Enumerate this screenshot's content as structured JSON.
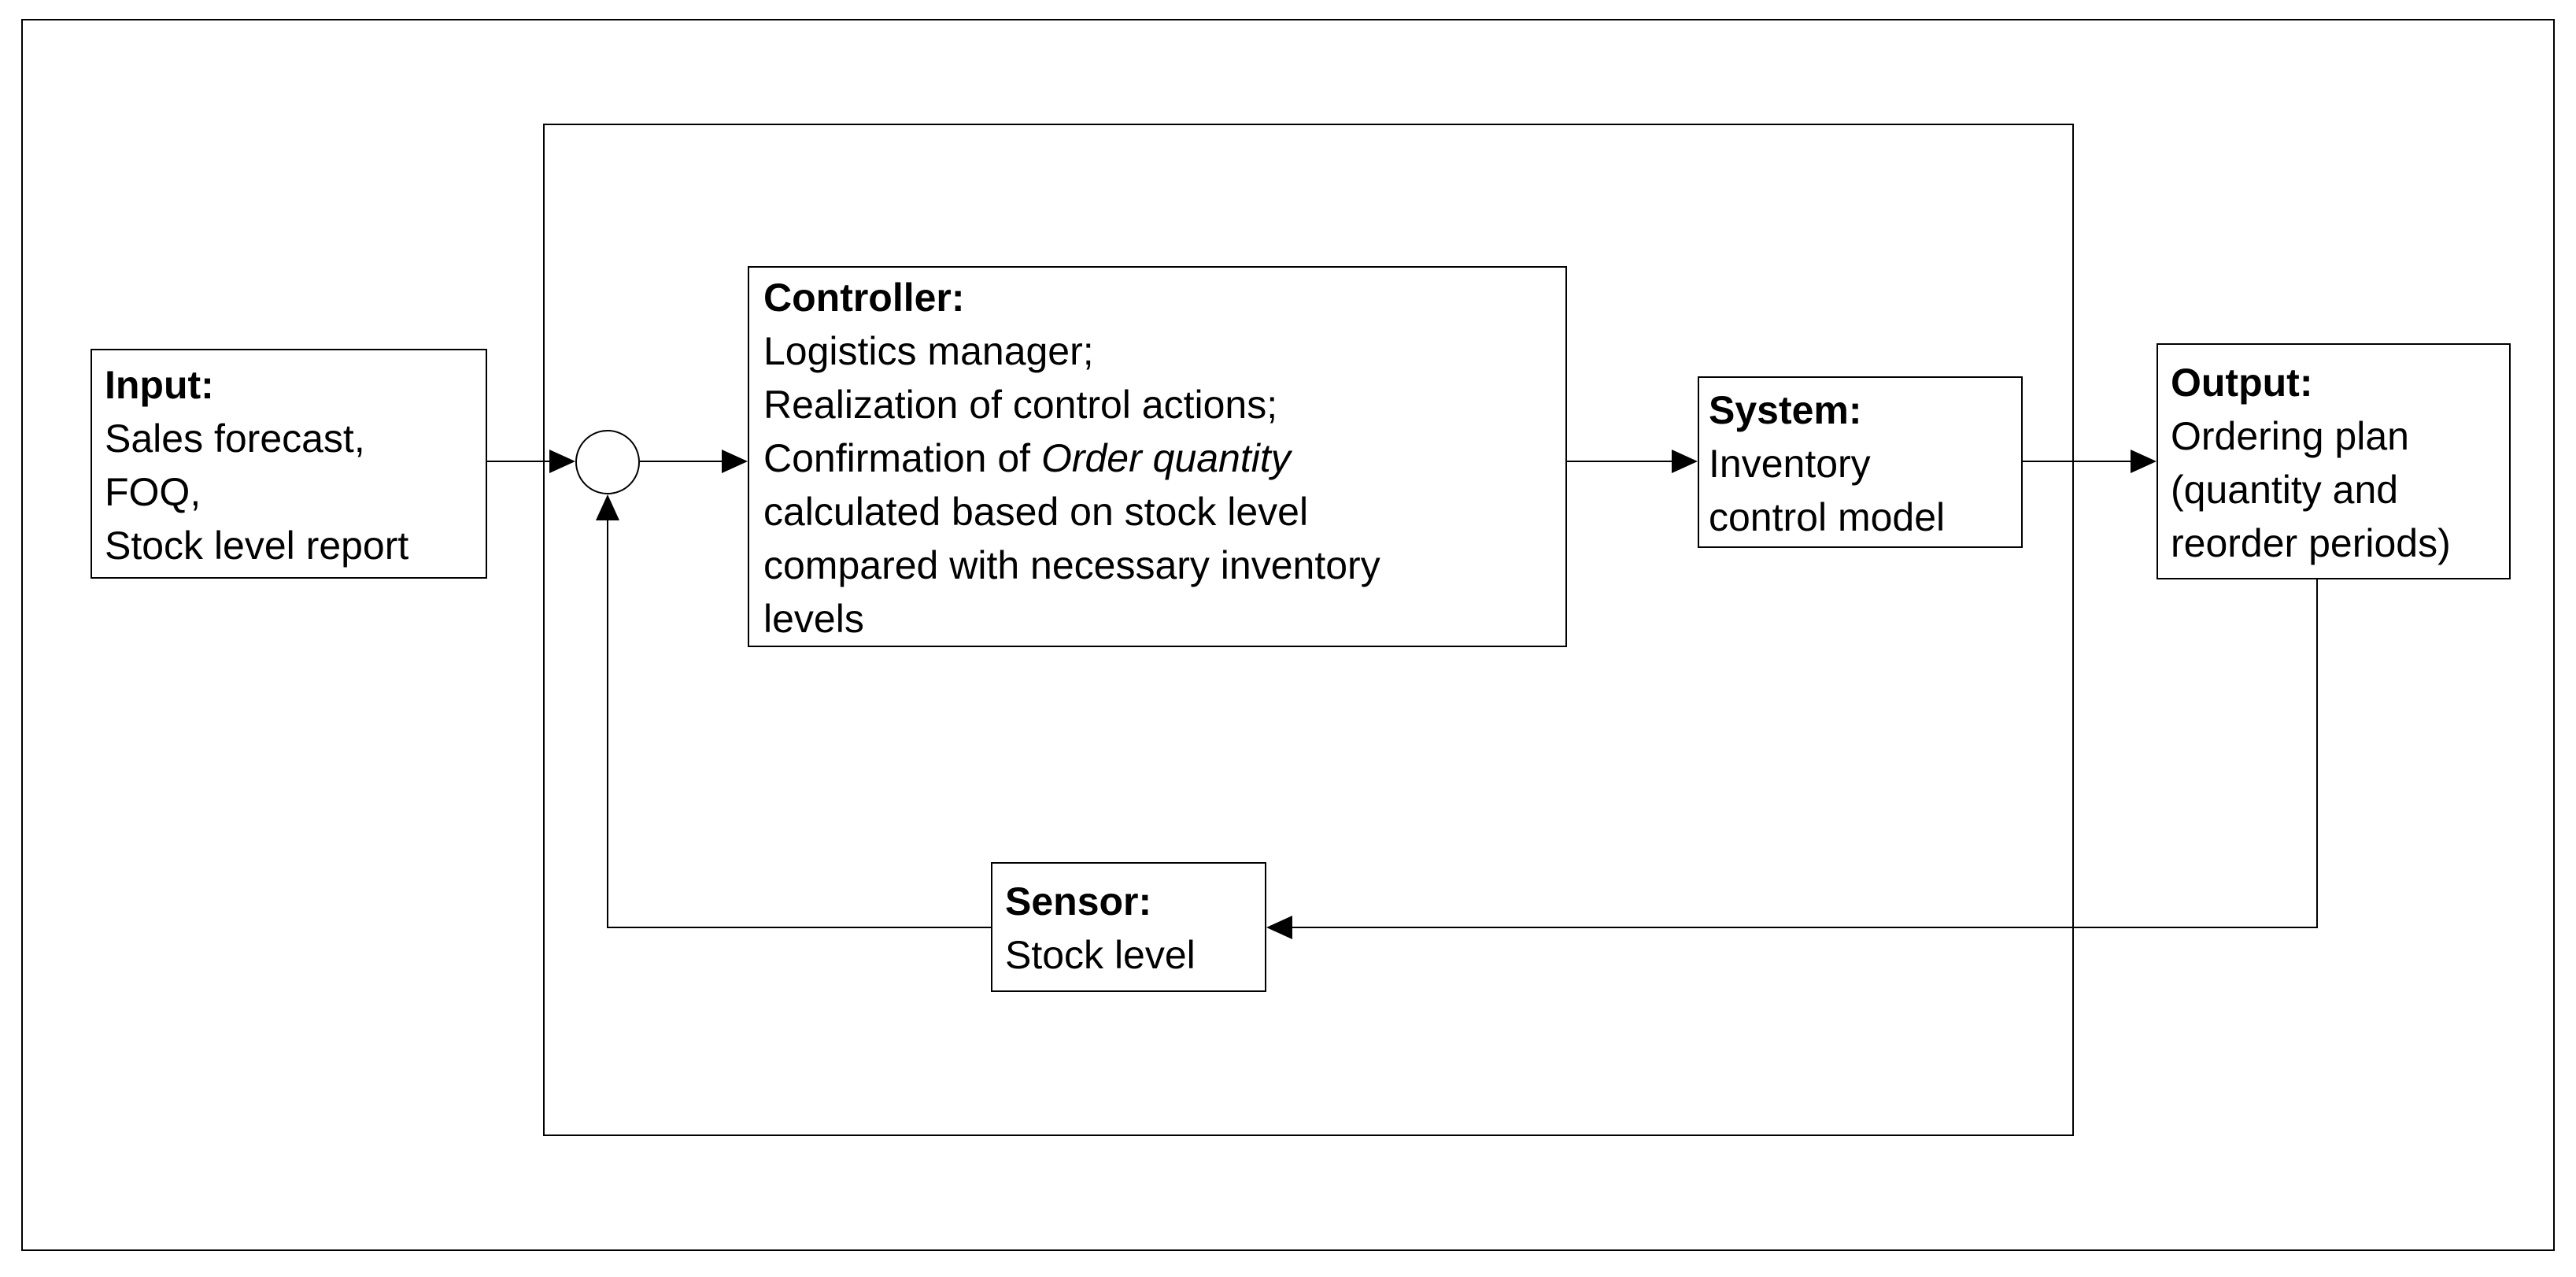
{
  "colors": {
    "stroke": "#000000",
    "background": "#ffffff"
  },
  "boxes": {
    "input": {
      "title": "Input:",
      "line1": "Sales forecast,",
      "line2": "FOQ,",
      "line3": "Stock level report"
    },
    "controller": {
      "title": "Controller:",
      "line1": "Logistics manager;",
      "line2": "Realization of control actions;",
      "line3_prefix": "Confirmation of ",
      "line3_italic": "Order quantity",
      "line4": "calculated based on stock level",
      "line5": "compared with necessary inventory",
      "line6": "levels"
    },
    "system": {
      "title": "System:",
      "line1": "Inventory",
      "line2": "control model"
    },
    "output": {
      "title": "Output:",
      "line1": "Ordering plan",
      "line2": "(quantity and",
      "line3": "reorder periods)"
    },
    "sensor": {
      "title": "Sensor:",
      "line1": "Stock level"
    }
  }
}
